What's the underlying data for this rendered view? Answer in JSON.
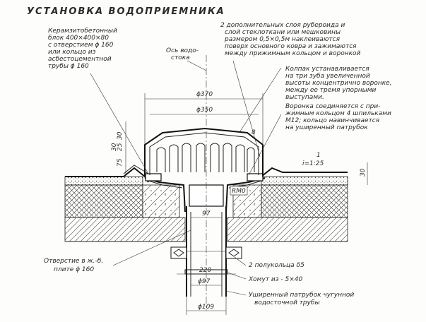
{
  "title": "УСТАНОВКА ВОДОПРИЕМНИКА",
  "notes": {
    "block": [
      "Керамзитобетонный",
      "блок 400×400×80",
      "с отверстием ϕ 160",
      "или кольцо из",
      "асбестоцементной",
      "трубы ϕ 160"
    ],
    "axis": [
      "Ось водо-",
      "стока"
    ],
    "layers": [
      "2 дополнительных слоя рубероида и",
      "слой стеклоткани или мешковины",
      "размером 0,5×0,5м наклеиваются",
      "поверх основного ковра и зажимаются",
      "между прижимным кольцом и воронкой"
    ],
    "cap": [
      "Колпак устанавливается",
      "на три зуба увеличенной",
      "высоты концентрично воронке,",
      "между ее тремя упорными",
      "выступами.",
      "Воронка соединяется с при-",
      "жимным кольцом 4 шпильками",
      "М12; кольцо навинчивается",
      "на уширенный патрубок"
    ],
    "hole": [
      "Отверстие в ж.-б.",
      "плите ϕ 160"
    ],
    "half_rings": "2 полукольца δ5",
    "clamp": "Хомут из - 5×40",
    "pipe": [
      "Уширенный патрубок чугунной",
      "водосточной трубы"
    ]
  },
  "dims": {
    "d370": "ϕ370",
    "d350": "ϕ350",
    "h30a": "30",
    "h25": "25",
    "h75": "75",
    "h30b": "30",
    "h30c": "30",
    "i125": "i=1:25",
    "rm0": "RM0",
    "w97": "97",
    "w220": "220",
    "d97": "ϕ97",
    "d109": "ϕ109",
    "n8": "8",
    "n1": "1"
  }
}
